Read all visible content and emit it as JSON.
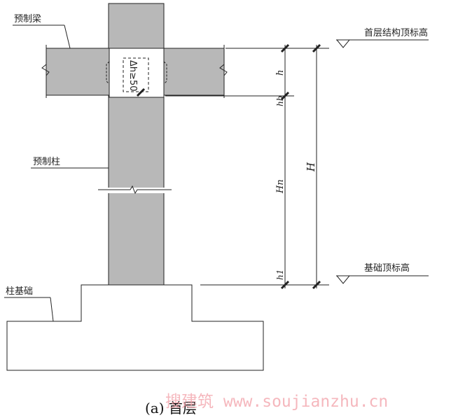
{
  "labels": {
    "precast_beam": "预制梁",
    "precast_column": "预制柱",
    "column_foundation": "柱基础",
    "first_floor_elevation": "首层结构顶标高",
    "foundation_elevation": "基础顶标高"
  },
  "dimensions": {
    "h": "h",
    "hb": "hb",
    "Hn": "Hn",
    "h1": "h1",
    "H": "H",
    "delta_h": "Δh≥50"
  },
  "caption": "(a)  首层",
  "watermark": "搜建筑 www.soujianzhu.cn",
  "colors": {
    "concrete": "#b8b8b8",
    "line": "#222222",
    "watermark": "#f2a0a8"
  }
}
